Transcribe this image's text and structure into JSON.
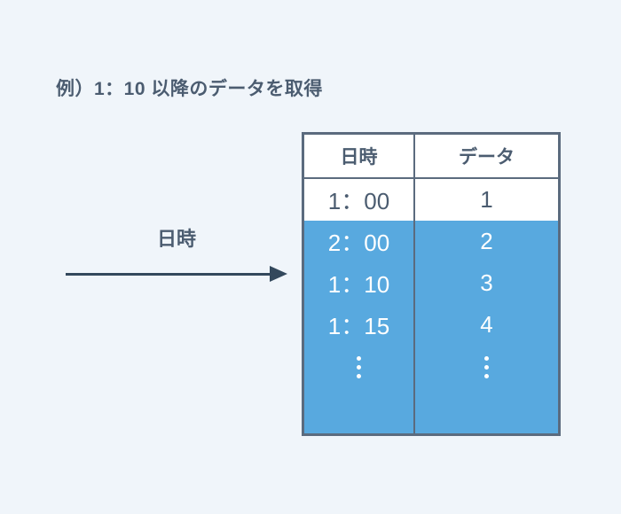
{
  "title": "例）1：10 以降のデータを取得",
  "arrow": {
    "label": "日時"
  },
  "table": {
    "headers": [
      "日時",
      "データ"
    ],
    "rows": [
      {
        "time": "1：00",
        "value": "1",
        "highlighted": false
      },
      {
        "time": "2：00",
        "value": "2",
        "highlighted": true
      },
      {
        "time": "1：10",
        "value": "3",
        "highlighted": true
      },
      {
        "time": "1：15",
        "value": "4",
        "highlighted": true
      }
    ],
    "ellipsis_icon": "⋮"
  },
  "colors": {
    "background": "#f0f5fa",
    "highlight_blue": "#58a9df",
    "border": "#5b6b7e",
    "text_dark": "#4b5c70",
    "text_light": "#ffffff",
    "arrow": "#33485c"
  }
}
